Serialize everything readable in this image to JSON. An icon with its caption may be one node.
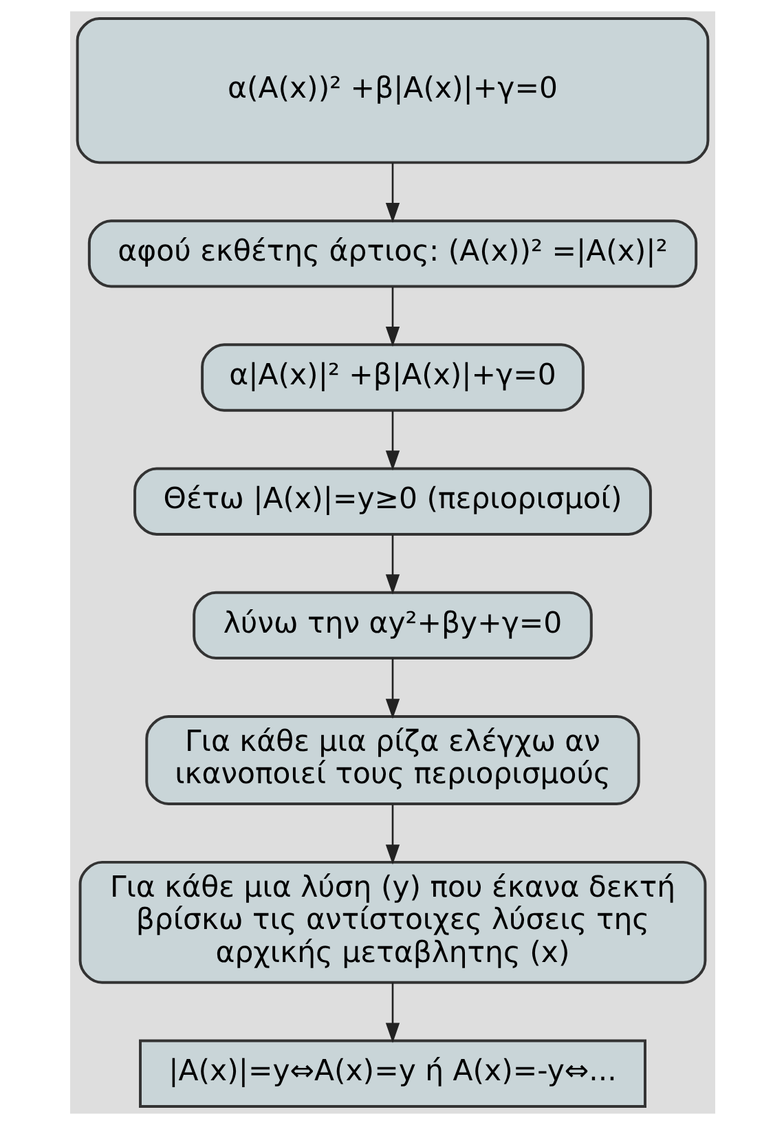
{
  "diagram": {
    "nodes": [
      {
        "text": [
          "α(A(x))² +β|A(x)|+γ=0"
        ]
      },
      {
        "text": [
          "αφού εκθέτης άρτιος: (A(x))² =|A(x)|²"
        ]
      },
      {
        "text": [
          "α|A(x)|² +β|A(x)|+γ=0"
        ]
      },
      {
        "text": [
          "Θέτω |A(x)|=y≥0 (περιορισμοί)"
        ]
      },
      {
        "text": [
          "λύνω την αy²+βy+γ=0"
        ]
      },
      {
        "text": [
          "Για κάθε μια ρίζα ελέγχω αν ικανοποιεί τους περιορισμούς"
        ]
      },
      {
        "text": [
          "Για κάθε μια λύση (y) που έκανα δεκτή βρίσκω τις αντίστοιχες λύσεις της αρχικής μεταβλητης (x)"
        ]
      },
      {
        "text": [
          "|A(x)|=y⇔A(x)=y ή A(x)=-y⇔..."
        ]
      }
    ],
    "edges": [
      {
        "from": 0,
        "to": 1,
        "arrow": "to"
      },
      {
        "from": 1,
        "to": 2,
        "arrow": "to"
      },
      {
        "from": 2,
        "to": 3,
        "arrow": "to"
      },
      {
        "from": 3,
        "to": 4,
        "arrow": "to"
      },
      {
        "from": 4,
        "to": 5,
        "arrow": "to"
      },
      {
        "from": 5,
        "to": 6,
        "arrow": "to"
      },
      {
        "from": 6,
        "to": 7,
        "arrow": "to"
      }
    ]
  }
}
